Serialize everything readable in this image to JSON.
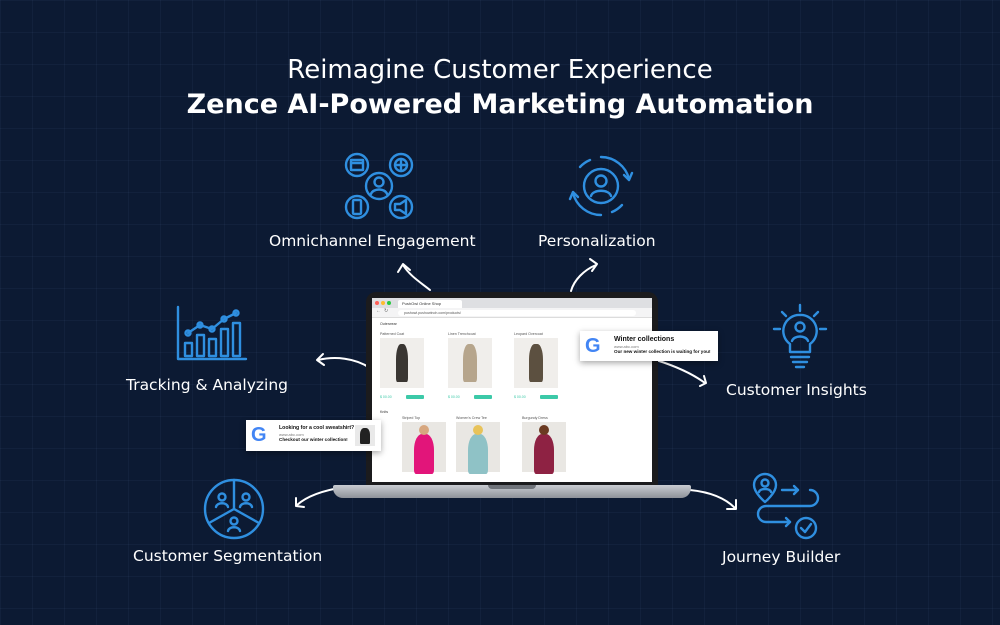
{
  "header": {
    "title_line1": "Reimagine Customer Experience",
    "title_line2": "Zence AI-Powered Marketing Automation"
  },
  "features": {
    "omnichannel": "Omnichannel Engagement",
    "personalization": "Personalization",
    "tracking": "Tracking & Analyzing",
    "insights": "Customer Insights",
    "segmentation": "Customer Segmentation",
    "journey": "Journey Builder"
  },
  "laptop": {
    "tab_title": "PushOwl Online Shop",
    "url": "pushowl.pushowlnoh.com/products/",
    "section_1": "Outerwear",
    "section_2": "Knits",
    "product_labels": [
      "Patterned Coat",
      "Linen Trenchcoat",
      "Leopard Overcoat",
      "Striped Top",
      "Women's Crew Tee",
      "Burgundy Dress"
    ],
    "add_to_cart": "Add to cart",
    "price": "$ 00.00"
  },
  "popup_right": {
    "title": "Winter collections",
    "url": "www.abc.com",
    "message": "Our new winter collection is waiting for you!"
  },
  "popup_left": {
    "title": "Looking for a cool sweatshirt?",
    "url": "www.abc.com",
    "message": "Checkout our winter collection!"
  },
  "colors": {
    "background": "#0c1a33",
    "icon_blue": "#2f8fe0",
    "text": "#ffffff",
    "accent_green": "#3cc9a8"
  },
  "icons": {
    "omnichannel": "omnichannel-icon",
    "personalization": "personalization-icon",
    "tracking": "bar-chart-icon",
    "insights": "lightbulb-user-icon",
    "segmentation": "segmentation-pie-icon",
    "journey": "journey-path-icon"
  }
}
